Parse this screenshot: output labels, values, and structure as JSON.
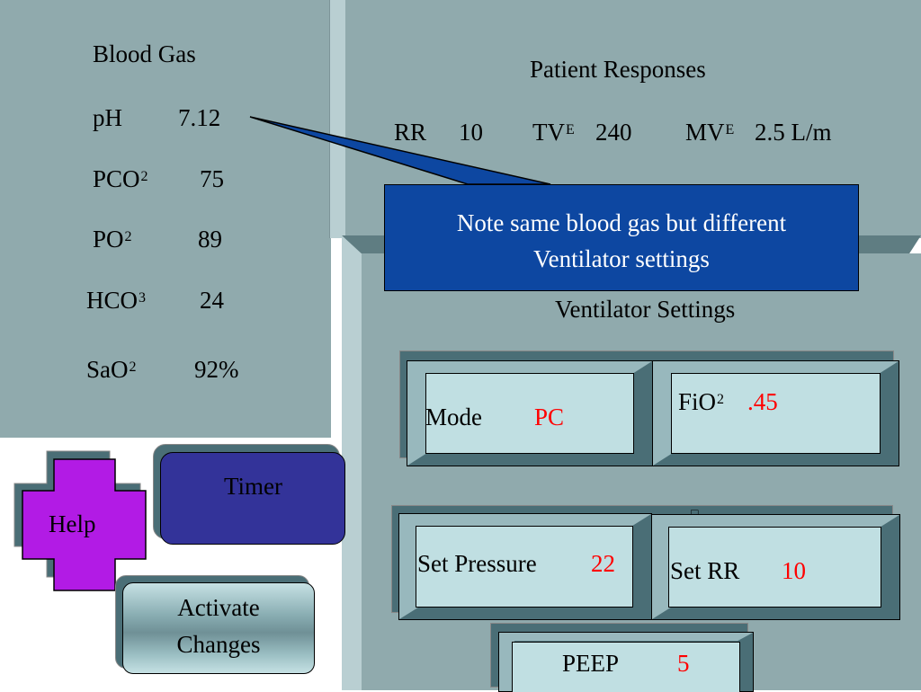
{
  "blood_gas": {
    "title": "Blood Gas",
    "ph": {
      "label": "pH",
      "value": "7.12"
    },
    "pco2": {
      "label": "PCO",
      "sub": "2",
      "value": "75"
    },
    "po2": {
      "label": "PO",
      "sub": "2",
      "value": "89"
    },
    "hco3": {
      "label": "HCO",
      "sub": "3",
      "value": "24"
    },
    "sao2": {
      "label": "SaO",
      "sub": "2",
      "value": "92%"
    }
  },
  "patient_responses": {
    "title": "Patient Responses",
    "rr_label": "RR",
    "rr_value": "10",
    "tv_label": "TV",
    "tv_sup": "E",
    "tv_value": "240",
    "mv_label": "MV",
    "mv_sup": "E",
    "mv_value": "2.5 L/m"
  },
  "callout": {
    "line1": "Note same blood gas but different",
    "line2": "Ventilator settings"
  },
  "ventilator": {
    "title": "Ventilator Settings",
    "mode_label": "Mode",
    "mode_value": "PC",
    "fio2_label": "FiO",
    "fio2_sub": "2",
    "fio2_value": ".45",
    "set_pressure_label": "Set Pressure",
    "set_pressure_value": "22",
    "set_rr_label": "Set RR",
    "set_rr_value": "10",
    "peep_label": "PEEP",
    "peep_value": "5",
    "marker": "□"
  },
  "buttons": {
    "help": "Help",
    "timer": "Timer",
    "activate_line1": "Activate",
    "activate_line2": "Changes"
  },
  "colors": {
    "panel": "#90aaad",
    "dark_bevel": "#4a6e76",
    "control_face": "#c0dfe2",
    "callout_bg": "#0d47a1",
    "help_purple": "#b21be5",
    "timer_navy": "#333399",
    "value_red": "#ff0000"
  }
}
